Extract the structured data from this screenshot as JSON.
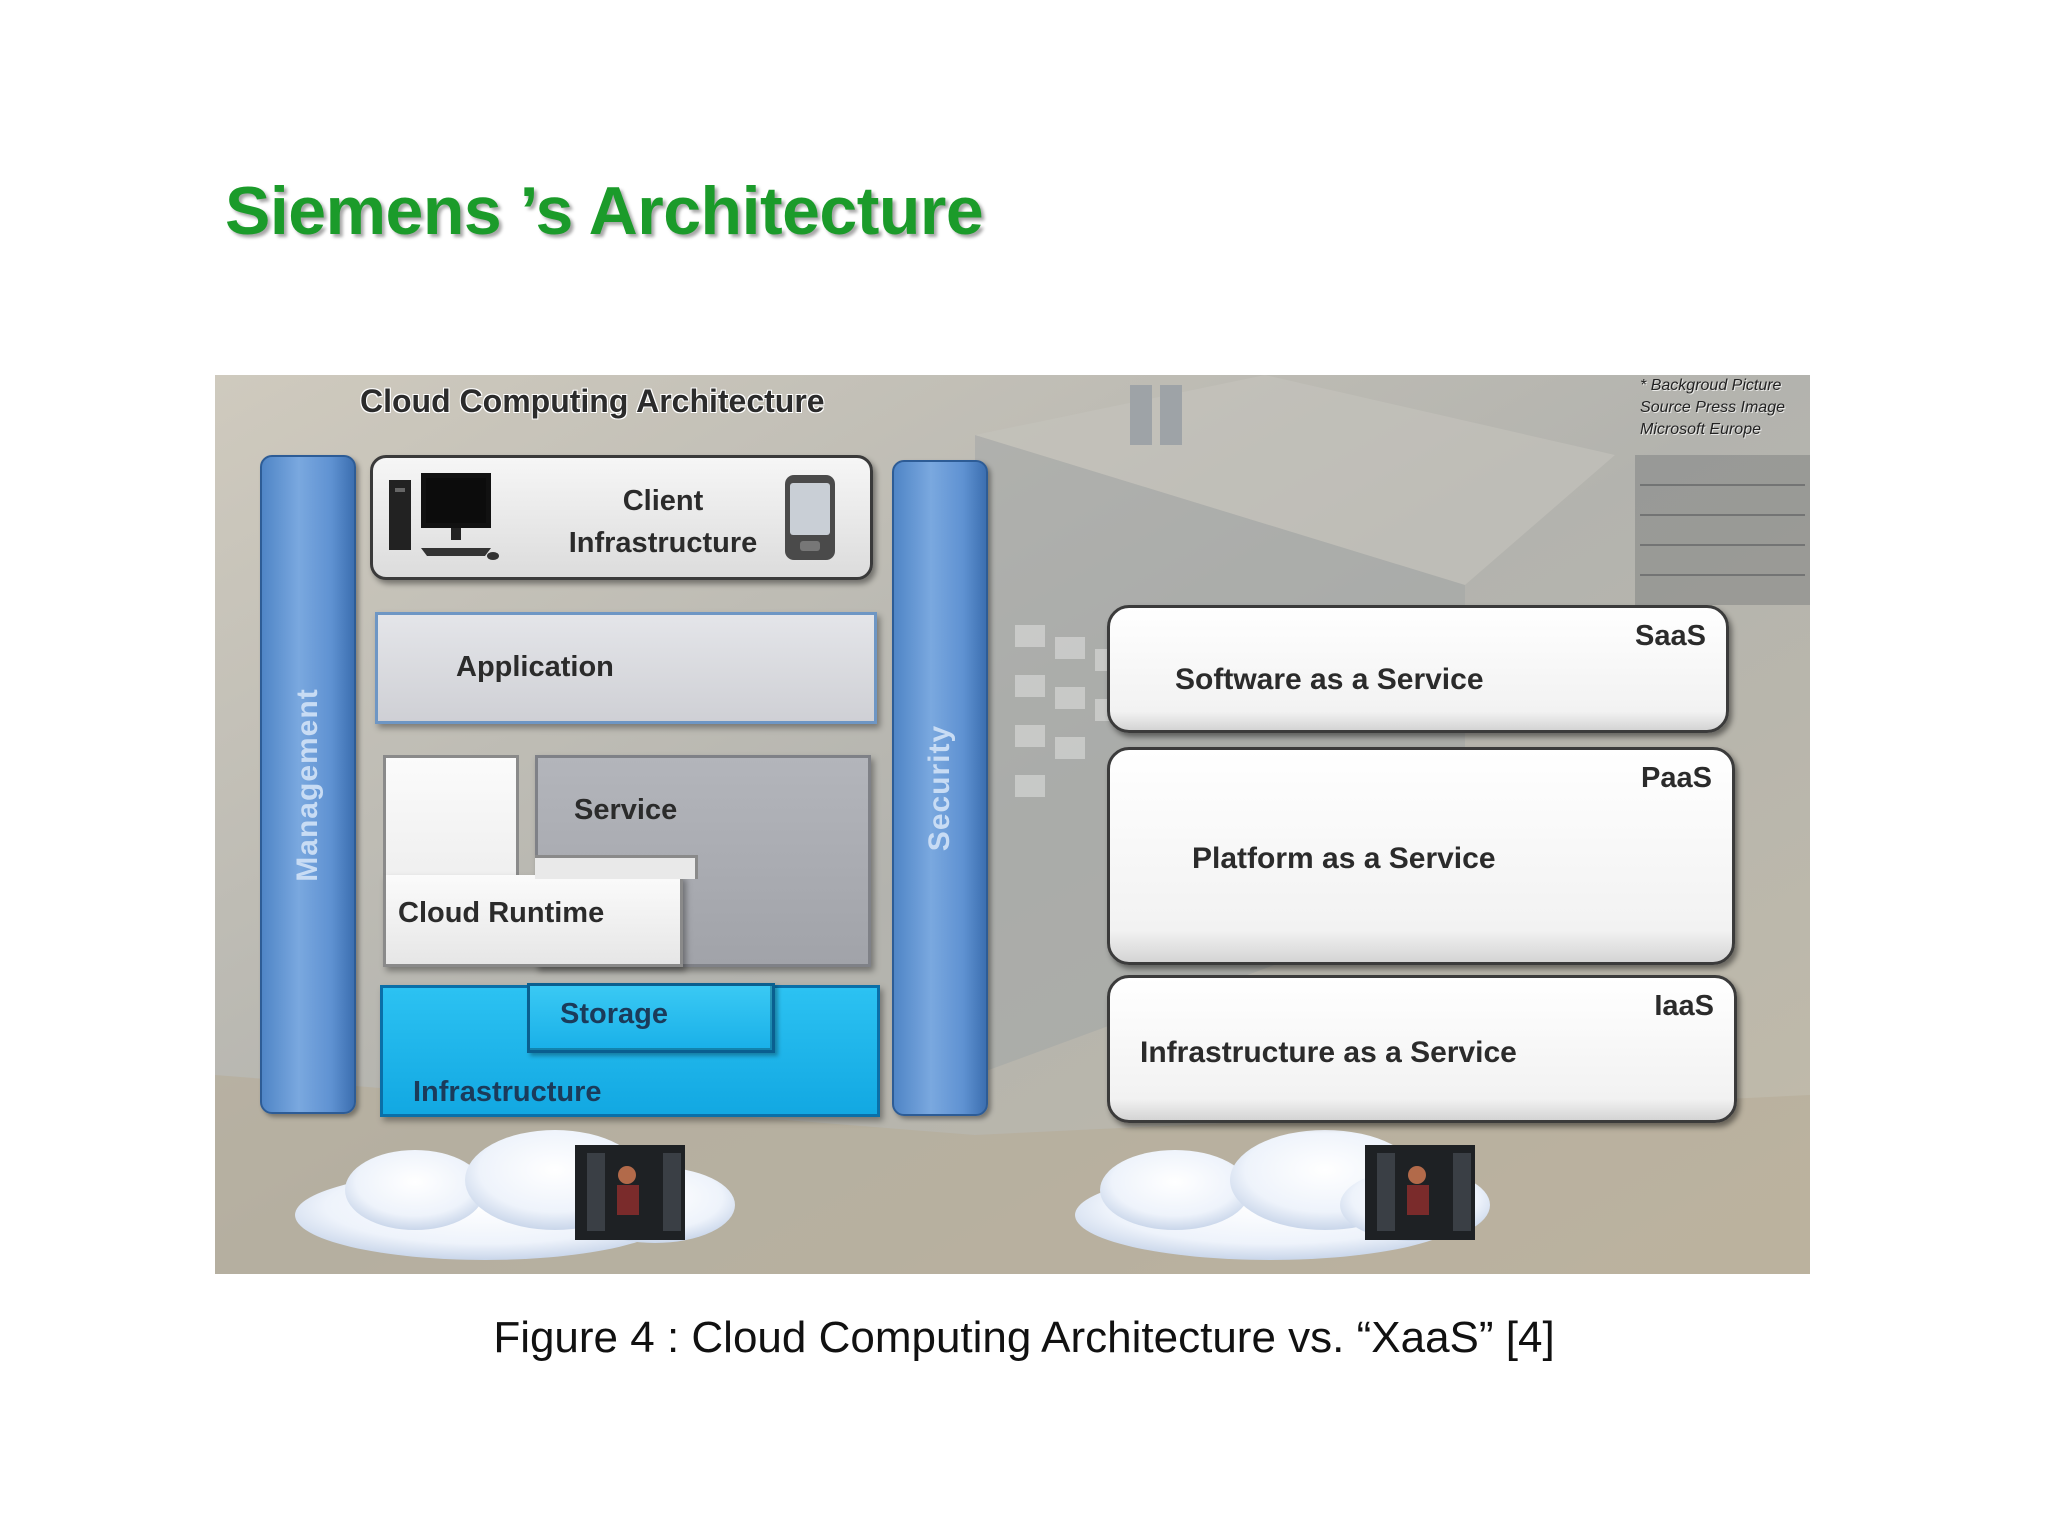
{
  "slide": {
    "title": "Siemens ’s Architecture",
    "caption": "Figure 4 : Cloud Computing Architecture vs. “XaaS” [4]"
  },
  "diagram": {
    "title": "Cloud Computing Architecture",
    "background_note": "* Backgroud Picture\nSource Press Image\nMicrosoft Europe",
    "pillars": {
      "left": "Management",
      "right": "Security"
    },
    "layers": {
      "client": "Client\nInfrastructure",
      "application": "Application",
      "service": "Service",
      "cloud_runtime": "Cloud Runtime",
      "storage": "Storage",
      "infrastructure": "Infrastructure"
    },
    "xaas": [
      {
        "abbr": "SaaS",
        "name": "Software as a Service"
      },
      {
        "abbr": "PaaS",
        "name": "Platform as a Service"
      },
      {
        "abbr": "IaaS",
        "name": "Infrastructure as a Service"
      }
    ],
    "colors": {
      "title_green": "#1b9b2a",
      "pillar_blue": "#5f92d2",
      "infrastructure_cyan": "#19b4ea",
      "application_gray": "#d8d9dd",
      "service_gray": "#a9abb1"
    },
    "icons": [
      "desktop-computer-icon",
      "mobile-device-icon",
      "cloud-icon",
      "server-room-icon"
    ]
  }
}
